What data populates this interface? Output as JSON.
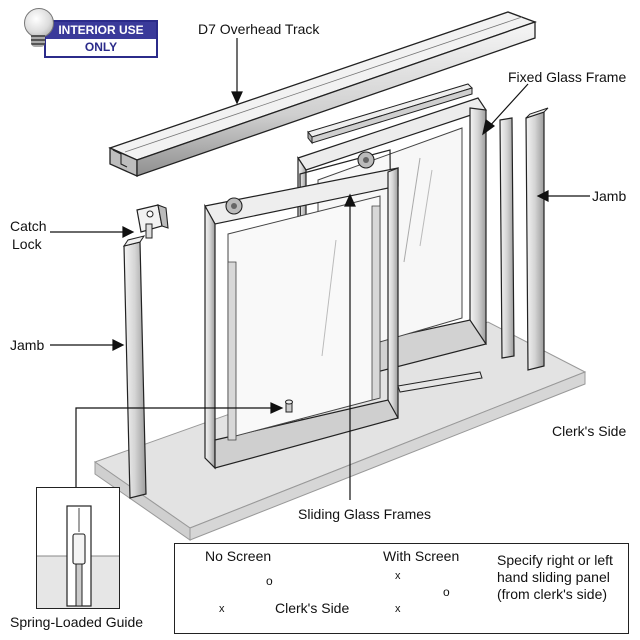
{
  "badge": {
    "line1": "INTERIOR USE",
    "line2": "ONLY",
    "icon": "light-bulb-icon"
  },
  "labels": {
    "overhead_track": "D7 Overhead Track",
    "fixed_frame": "Fixed Glass Frame",
    "jamb_right": "Jamb",
    "catch_lock_1": "Catch",
    "catch_lock_2": "Lock",
    "jamb_left": "Jamb",
    "clerks_side": "Clerk's Side",
    "sliding_frames": "Sliding Glass Frames",
    "spring_guide": "Spring-Loaded Guide"
  },
  "legend": {
    "no_screen": "No Screen",
    "with_screen": "With Screen",
    "clerks_side": "Clerk's Side",
    "spec_line1": "Specify right or left",
    "spec_line2": "hand sliding panel",
    "spec_line3": "(from clerk's side)",
    "mark_o": "o",
    "mark_x": "x"
  },
  "colors": {
    "metal_light": "#eeeeee",
    "metal_mid": "#c8c8c8",
    "metal_dark": "#8c8c8c",
    "outline": "#222222",
    "floor": "#e4e4e4",
    "badge_blue": "#3a3a9a"
  }
}
